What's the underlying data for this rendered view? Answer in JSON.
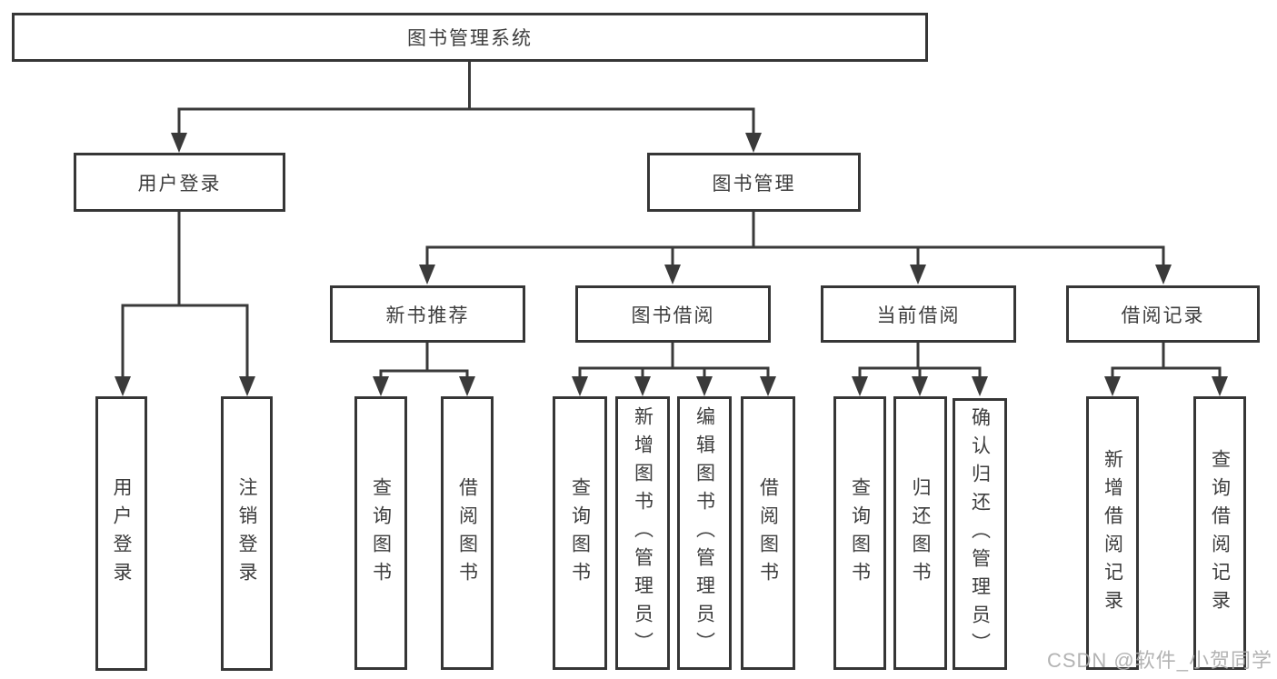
{
  "colors": {
    "background": "#ffffff",
    "box_border": "#363636",
    "line": "#3a3a3a",
    "text": "#3d3d3d",
    "watermark": "#acacac"
  },
  "diagram": {
    "root": {
      "label": "图书管理系统"
    },
    "level2": [
      {
        "id": "user-login",
        "label": "用户登录"
      },
      {
        "id": "book-management",
        "label": "图书管理"
      }
    ],
    "level3": [
      {
        "id": "new-book-recommend",
        "label": "新书推荐"
      },
      {
        "id": "book-borrowing",
        "label": "图书借阅"
      },
      {
        "id": "current-borrowing",
        "label": "当前借阅"
      },
      {
        "id": "borrowing-records",
        "label": "借阅记录"
      }
    ],
    "leaves": [
      {
        "parent": "user-login",
        "label": "用户登录"
      },
      {
        "parent": "user-login",
        "label": "注销登录"
      },
      {
        "parent": "new-book-recommend",
        "label": "查询图书"
      },
      {
        "parent": "new-book-recommend",
        "label": "借阅图书"
      },
      {
        "parent": "book-borrowing",
        "label": "查询图书"
      },
      {
        "parent": "book-borrowing",
        "label": "新增图书（管理员）"
      },
      {
        "parent": "book-borrowing",
        "label": "编辑图书（管理员）"
      },
      {
        "parent": "book-borrowing",
        "label": "借阅图书"
      },
      {
        "parent": "current-borrowing",
        "label": "查询图书"
      },
      {
        "parent": "current-borrowing",
        "label": "归还图书"
      },
      {
        "parent": "current-borrowing",
        "label": "确认归还（管理员）"
      },
      {
        "parent": "borrowing-records",
        "label": "新增借阅记录"
      },
      {
        "parent": "borrowing-records",
        "label": "查询借阅记录"
      }
    ]
  },
  "watermark": {
    "text": "CSDN @软件_小贺同学"
  }
}
